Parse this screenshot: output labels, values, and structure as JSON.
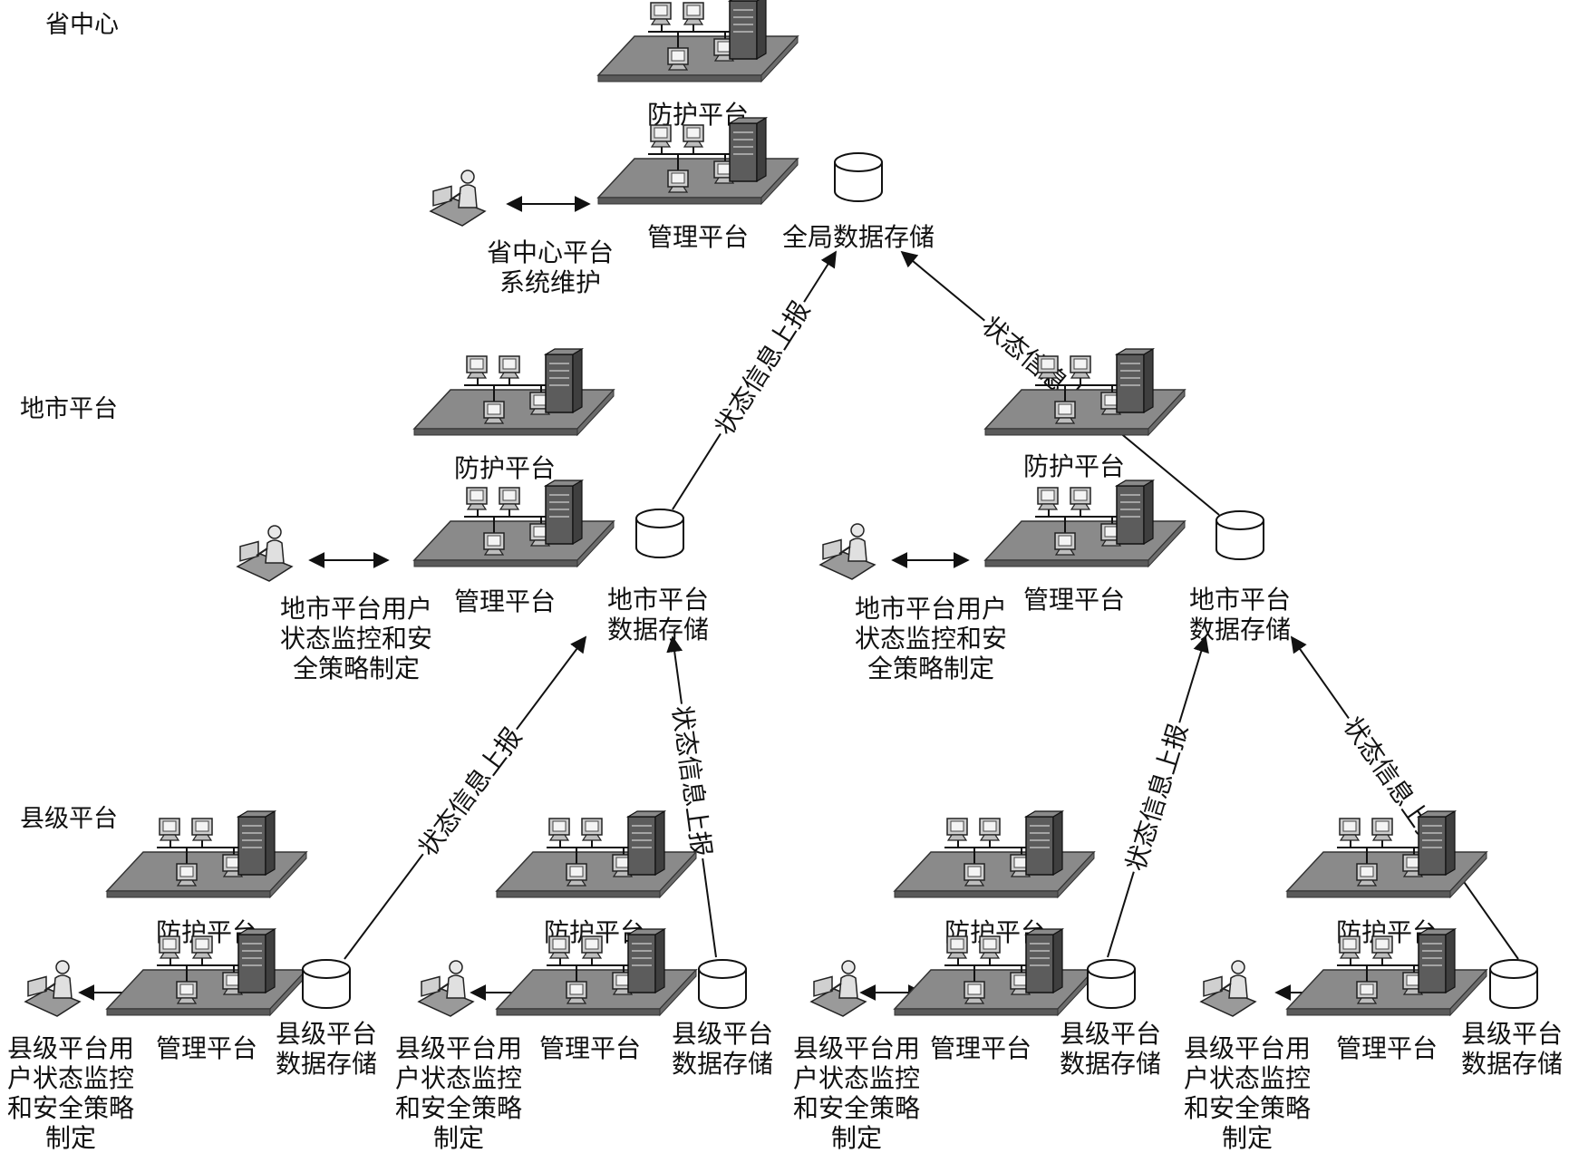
{
  "tiers": [
    {
      "label": "省中心"
    },
    {
      "label": "地市平台"
    },
    {
      "label": "县级平台"
    }
  ],
  "labels": {
    "protect": "防护平台",
    "manage": "管理平台",
    "edge": "状态信息上报"
  },
  "province": {
    "maintenance": "省中心平台\n系统维护",
    "storage": "全局数据存储"
  },
  "city": {
    "user": "地市平台用户\n状态监控和安\n全策略制定",
    "storage": "地市平台\n数据存储"
  },
  "county": {
    "user": "县级平台用\n户状态监控\n和安全策略\n制定",
    "storage": "县级平台\n数据存储"
  },
  "colors": {
    "platform_top": "#8a8a8a",
    "platform_side": "#5a5a5a",
    "stroke": "#111111"
  }
}
